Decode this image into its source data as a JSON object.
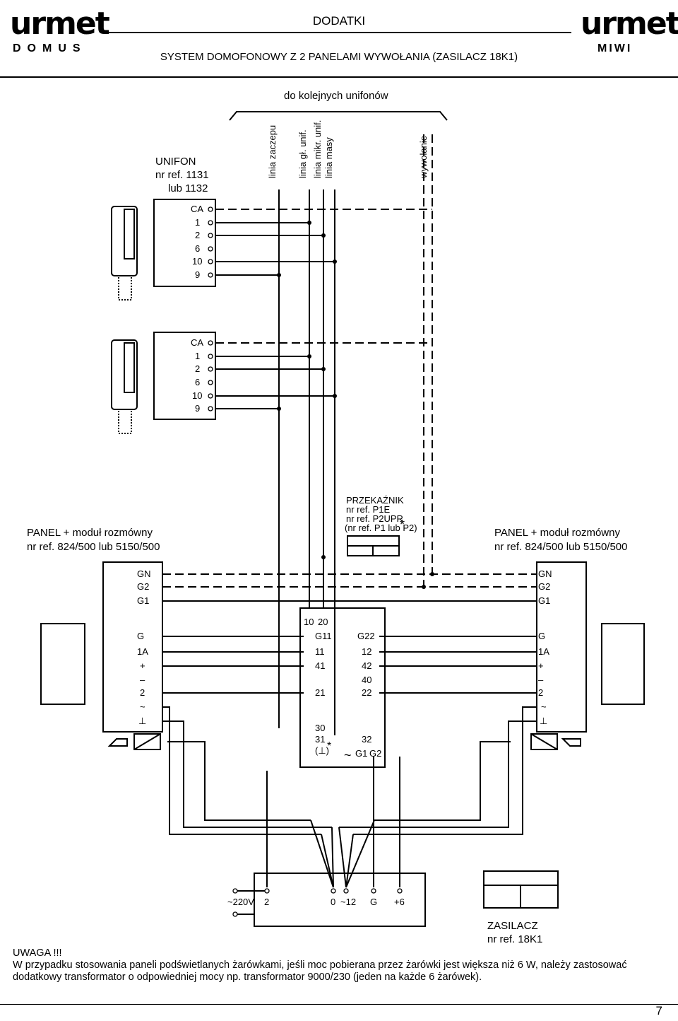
{
  "header": {
    "section": "DODATKI",
    "title": "SYSTEM DOMOFONOWY Z 2 PANELAMI WYWOŁANIA (ZASILACZ 18K1)",
    "logo_left_main": "urmet",
    "logo_left_sub": "DOMUS",
    "logo_right_main": "urmet",
    "logo_right_sub": "MIWI"
  },
  "diagram": {
    "top_label": "do kolejnych unifonów",
    "lines": [
      "linia zaczepu",
      "linia gł. unif.",
      "linia mikr. unif.",
      "linia masy",
      "wywołanie"
    ],
    "unifon_title": "UNIFON",
    "unifon_ref1": "nr ref. 1131",
    "unifon_ref2": "lub 1132",
    "unifon_terms": [
      "CA",
      "1",
      "2",
      "6",
      "10",
      "9"
    ],
    "relay_title": "PRZEKAŹNIK",
    "relay_refs": [
      "nr ref. P1E",
      "nr ref. P2UPR",
      "(nr ref. P1 lub P2)"
    ],
    "relay_star": "*",
    "panel_left_title": "PANEL + moduł rozmówny",
    "panel_left_ref": "nr ref. 824/500 lub 5150/500",
    "panel_right_title": "PANEL + moduł rozmówny",
    "panel_right_ref": "nr ref. 824/500 lub 5150/500",
    "panel_terms_top": [
      "GN",
      "G2",
      "G1"
    ],
    "panel_terms_mid": [
      "G",
      "1A",
      "+",
      "–",
      "2",
      "~",
      "⊥"
    ],
    "module_terms_top": [
      "10",
      "20"
    ],
    "module_terms_left": [
      "G11",
      "11",
      "41",
      "21",
      "30",
      "31"
    ],
    "module_terms_right": [
      "G22",
      "12",
      "42",
      "40",
      "22",
      "32"
    ],
    "module_bottom": [
      "(⊥)",
      "*",
      "~",
      "G1",
      "G2"
    ],
    "psu_terms": [
      "2",
      "0",
      "~12",
      "G",
      "+6"
    ],
    "psu_input": "~220V",
    "psu_title": "ZASILACZ",
    "psu_ref": "nr ref. 18K1"
  },
  "note": {
    "heading": "UWAGA !!!",
    "text": "W przypadku stosowania paneli podświetlanych żarówkami, jeśli moc pobierana przez żarówki jest większa niż 6 W, należy zastosować dodatkowy transformator o odpowiedniej mocy np. transformator 9000/230 (jeden na każde 6 żarówek)."
  },
  "page_number": "7"
}
